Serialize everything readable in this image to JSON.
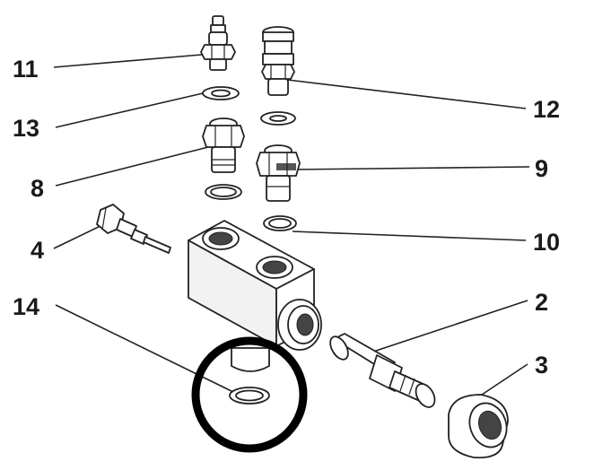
{
  "callouts": [
    {
      "id": "c11",
      "label": "11"
    },
    {
      "id": "c13",
      "label": "13"
    },
    {
      "id": "c8",
      "label": "8"
    },
    {
      "id": "c4",
      "label": "4"
    },
    {
      "id": "c14",
      "label": "14"
    },
    {
      "id": "c12",
      "label": "12"
    },
    {
      "id": "c9",
      "label": "9"
    },
    {
      "id": "c10",
      "label": "10"
    },
    {
      "id": "c2",
      "label": "2"
    },
    {
      "id": "c3",
      "label": "3"
    }
  ],
  "highlight": {
    "color": "#000000",
    "target": "14"
  }
}
